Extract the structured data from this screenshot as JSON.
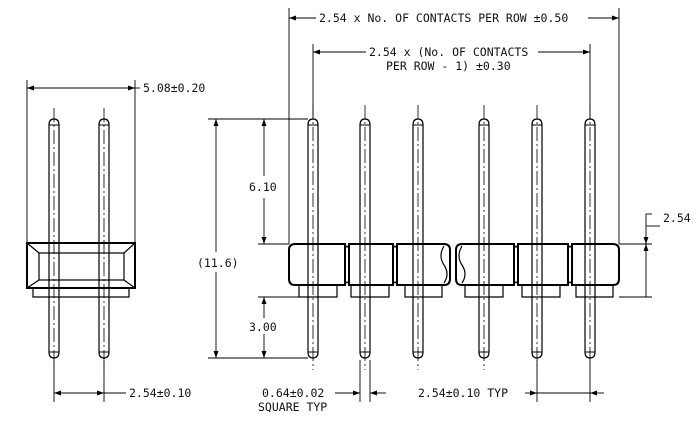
{
  "labels": {
    "overall_length": "2.54 x No. OF CONTACTS PER ROW ±0.50",
    "pitch_span_line1": "2.54 x (No. OF CONTACTS",
    "pitch_span_line2": "PER ROW - 1) ±0.30",
    "row_spacing": "5.08±0.20",
    "upper_pin_length": "6.10",
    "total_height": "(11.6)",
    "lower_pin_length": "3.00",
    "housing_height": "2.54",
    "side_pin_pitch": "2.54±0.10",
    "pin_size_line1": "0.64±0.02",
    "pin_size_line2": "SQUARE TYP",
    "pin_pitch_typ": "2.54±0.10 TYP"
  }
}
